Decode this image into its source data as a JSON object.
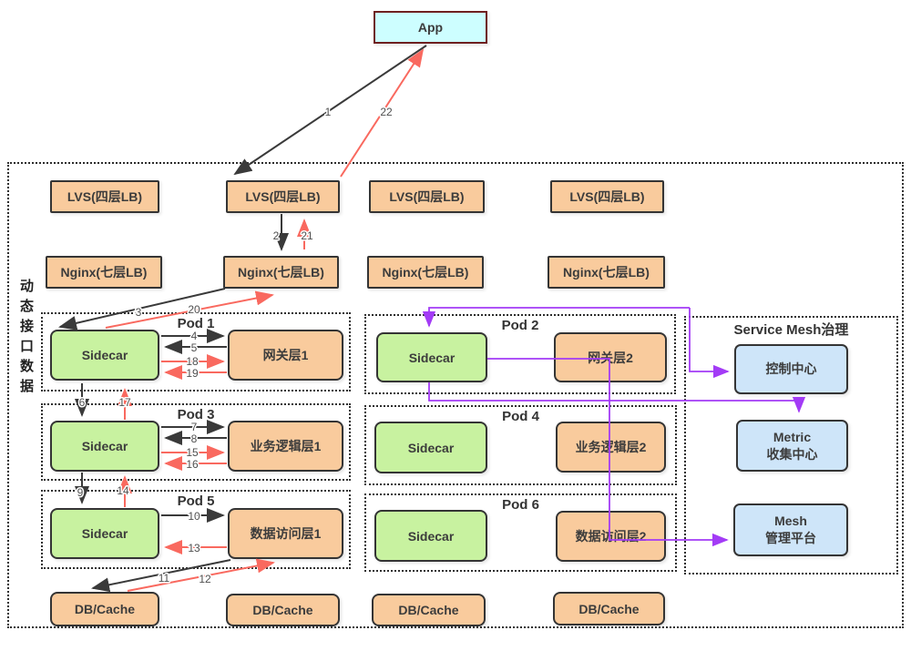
{
  "app_label": "App",
  "left_vertical_label": "动态接口数据",
  "lvs_boxes": [
    "LVS(四层LB)",
    "LVS(四层LB)",
    "LVS(四层LB)",
    "LVS(四层LB)"
  ],
  "nginx_boxes": [
    "Nginx(七层LB)",
    "Nginx(七层LB)",
    "Nginx(七层LB)",
    "Nginx(七层LB)"
  ],
  "pods": [
    {
      "name": "Pod 1",
      "sidecar": "Sidecar",
      "service": "网关层1"
    },
    {
      "name": "Pod 2",
      "sidecar": "Sidecar",
      "service": "网关层2"
    },
    {
      "name": "Pod 3",
      "sidecar": "Sidecar",
      "service": "业务逻辑层1"
    },
    {
      "name": "Pod 4",
      "sidecar": "Sidecar",
      "service": "业务逻辑层2"
    },
    {
      "name": "Pod 5",
      "sidecar": "Sidecar",
      "service": "数据访问层1"
    },
    {
      "name": "Pod 6",
      "sidecar": "Sidecar",
      "service": "数据访问层2"
    }
  ],
  "service_mesh": {
    "title": "Service Mesh治理",
    "control_center": "控制中心",
    "metric_center_line1": "Metric",
    "metric_center_line2": "收集中心",
    "mesh_platform_line1": "Mesh",
    "mesh_platform_line2": "管理平台"
  },
  "db_boxes": [
    "DB/Cache",
    "DB/Cache",
    "DB/Cache",
    "DB/Cache"
  ],
  "flow_numbers": [
    "1",
    "2",
    "3",
    "4",
    "5",
    "6",
    "7",
    "8",
    "9",
    "10",
    "11",
    "12",
    "13",
    "14",
    "15",
    "16",
    "17",
    "18",
    "19",
    "20",
    "21",
    "22"
  ],
  "colors": {
    "box_orange": "#F9CB9D",
    "box_green": "#C8F2A0",
    "box_cyan": "#CDFEFF",
    "box_blue": "#CEE5F9",
    "arrow_black": "#3A3A3A",
    "arrow_red": "#F9695F",
    "arrow_purple": "#A33BF6"
  }
}
